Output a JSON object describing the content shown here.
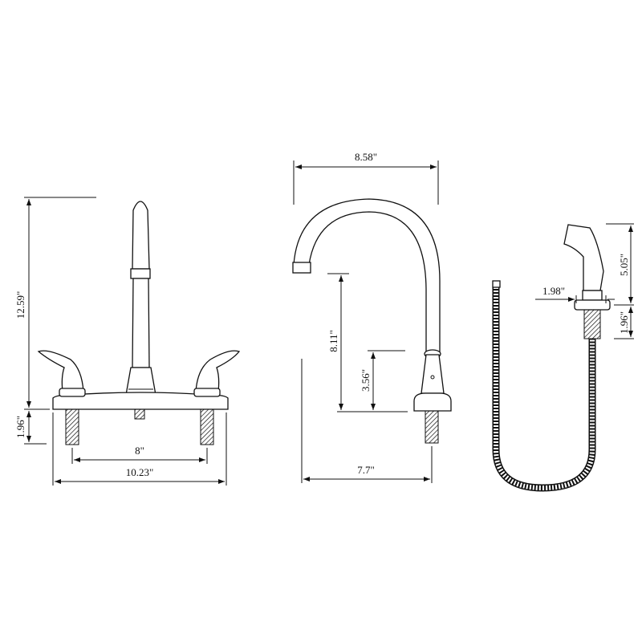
{
  "drawing": {
    "front_view": {
      "height_total": "12.59\"",
      "shank_length": "1.96\"",
      "center_spread": "8\"",
      "overall_width": "10.23\""
    },
    "side_view": {
      "spout_reach": "8.58\"",
      "spout_height": "8.11\"",
      "base_to_handle": "3.56\"",
      "base_depth": "7.7\""
    },
    "sprayer": {
      "sprayer_height": "5.05\"",
      "base_diameter": "1.98\"",
      "shank_length": "1.96\""
    },
    "colors": {
      "line": "#111111",
      "background": "#ffffff"
    }
  }
}
